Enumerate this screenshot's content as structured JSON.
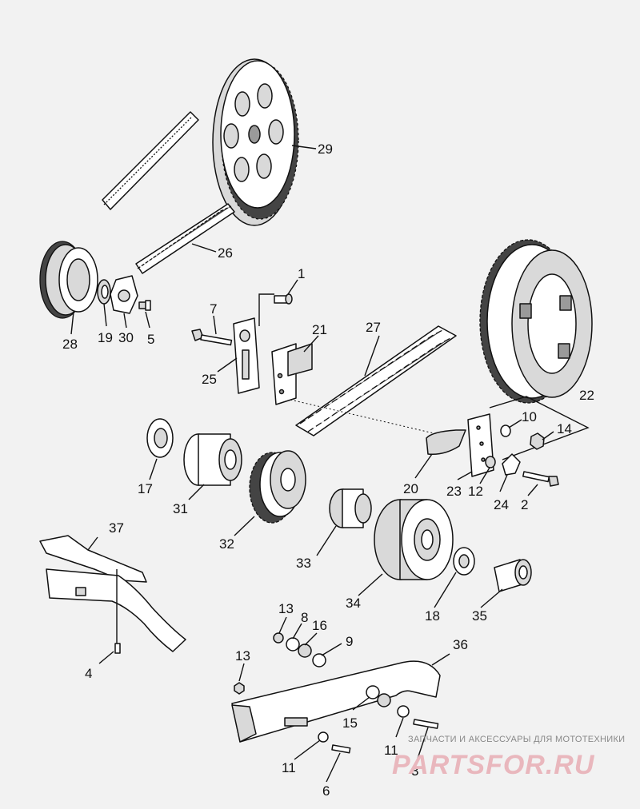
{
  "callouts": {
    "p1": "1",
    "p2": "2",
    "p3": "3",
    "p4": "4",
    "p5": "5",
    "p6": "6",
    "p7": "7",
    "p8": "8",
    "p9": "9",
    "p10": "10",
    "p11a": "11",
    "p11b": "11",
    "p12": "12",
    "p13a": "13",
    "p13b": "13",
    "p14": "14",
    "p15": "15",
    "p16": "16",
    "p17": "17",
    "p18": "18",
    "p19": "19",
    "p20": "20",
    "p21": "21",
    "p22": "22",
    "p23": "23",
    "p24": "24",
    "p25": "25",
    "p26": "26",
    "p27": "27",
    "p28": "28",
    "p29": "29",
    "p30": "30",
    "p31": "31",
    "p32": "32",
    "p33": "33",
    "p34": "34",
    "p35": "35",
    "p36": "36",
    "p37": "37"
  },
  "watermark": {
    "tagline": "ЗАПЧАСТИ И АКСЕССУАРЫ ДЛЯ МОТОТЕХНИКИ",
    "brand": "PARTSFOR.RU"
  }
}
